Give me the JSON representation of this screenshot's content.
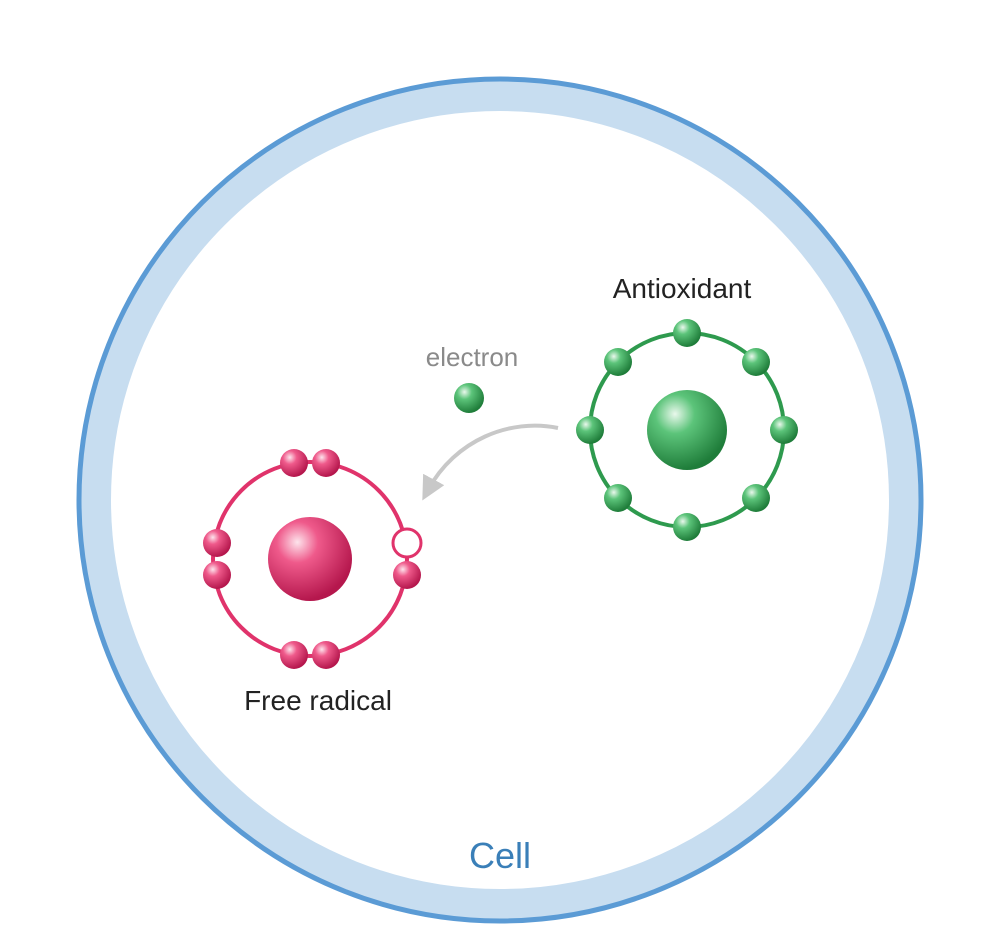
{
  "labels": {
    "antioxidant": "Antioxidant",
    "electron": "electron",
    "free_radical": "Free radical",
    "cell": "Cell"
  },
  "colors": {
    "cell_membrane_outer": "#5b9bd5",
    "cell_membrane_fill": "#c7ddf0",
    "cell_label": "#3a7fb8",
    "antioxidant": "#2e9a4e",
    "free_radical": "#e0336b",
    "arrow": "#c8c8c8",
    "electron_label": "#8a8a8a",
    "text": "#222222"
  }
}
